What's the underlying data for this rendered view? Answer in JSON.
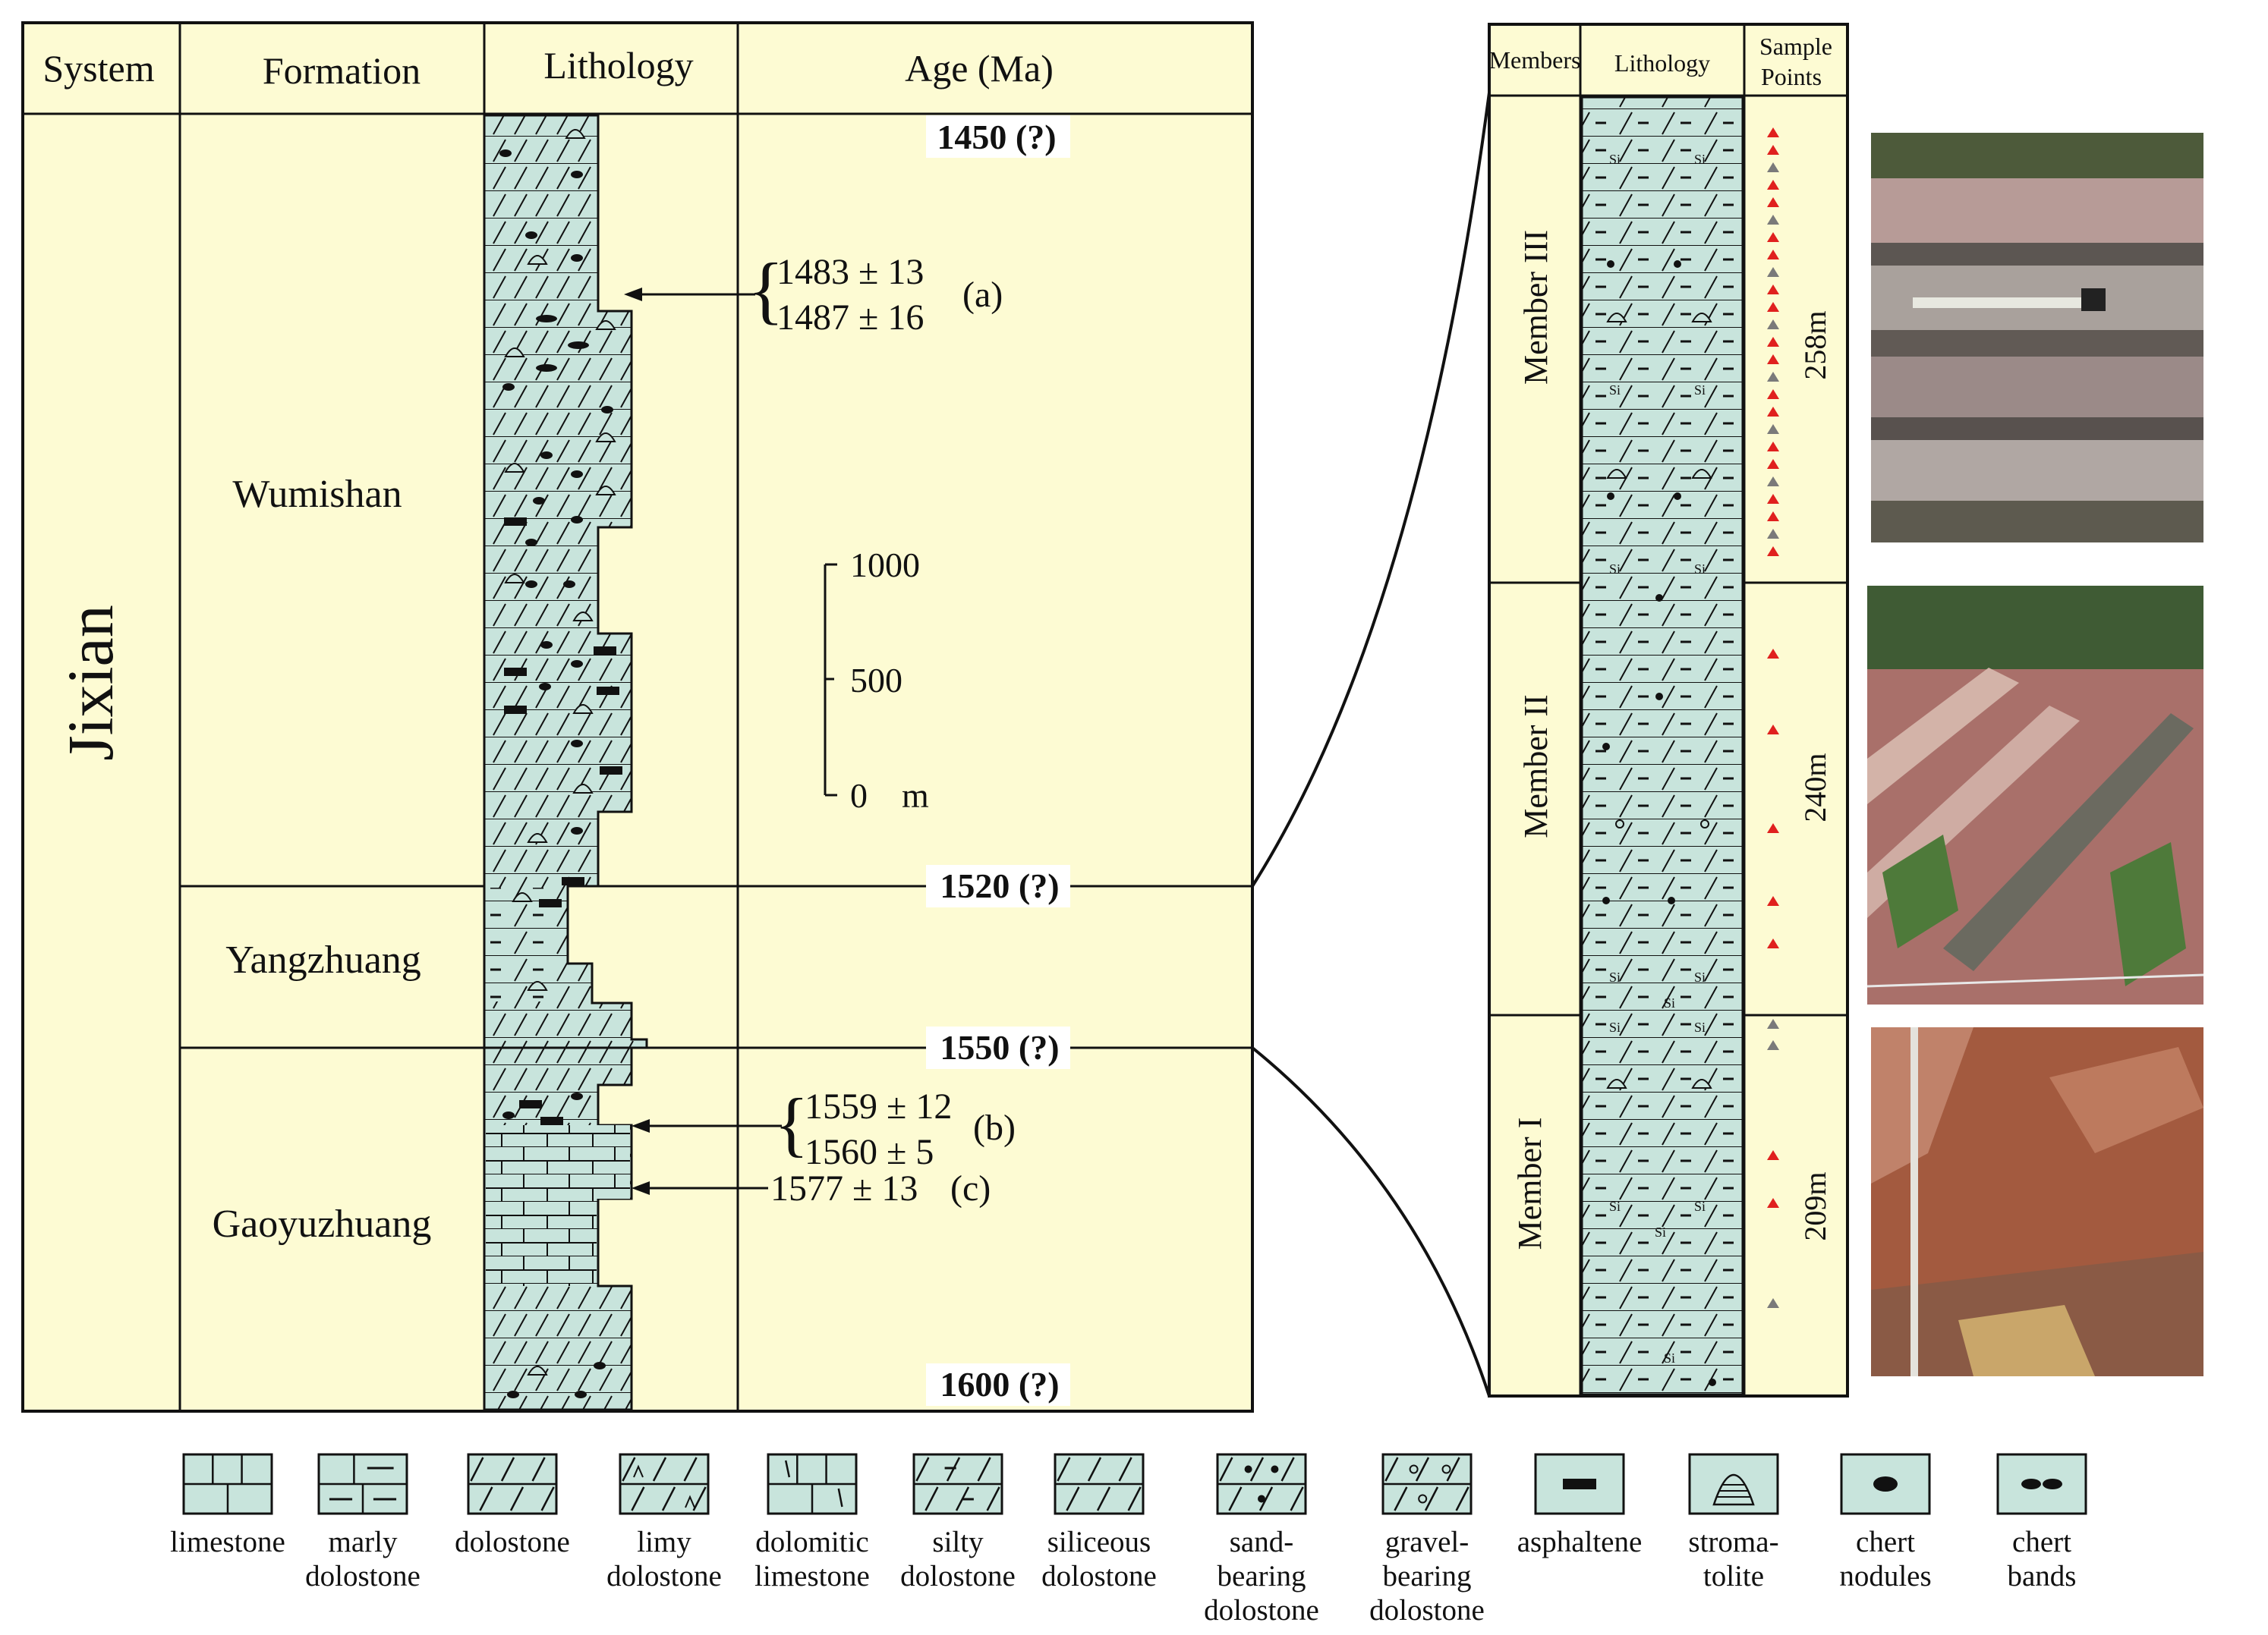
{
  "left_column": {
    "headers": {
      "system": "System",
      "formation": "Formation",
      "lithology": "Lithology",
      "age": "Age (Ma)"
    },
    "system": "Jixian",
    "formations": [
      "Wumishan",
      "Yangzhuang",
      "Gaoyuzhuang"
    ],
    "ages": [
      "1450 (?)",
      "1520 (?)",
      "1550 (?)",
      "1600 (?)"
    ],
    "dates": {
      "a1": "1483 ± 13",
      "a2": "1487 ± 16",
      "a_tag": "(a)",
      "b1": "1559 ± 12",
      "b2": "1560 ± 5",
      "b_tag": "(b)",
      "c": "1577 ± 13",
      "c_tag": "(c)"
    },
    "scale": {
      "top": "1000",
      "mid": "500",
      "bottom": "0",
      "unit": "m"
    }
  },
  "right_column": {
    "headers": {
      "members": "Members",
      "lithology": "Lithology",
      "sample_1": "Sample",
      "sample_2": "Points"
    },
    "members": [
      {
        "name": "Member III",
        "thickness": "258m"
      },
      {
        "name": "Member II",
        "thickness": "240m"
      },
      {
        "name": "Member I",
        "thickness": "209m"
      }
    ],
    "si_label": "Si",
    "sample_colors": {
      "red": "#e0201e",
      "gray": "#7a7a7a"
    }
  },
  "photos": [
    "outcrop-photo-member-iii",
    "outcrop-photo-member-ii",
    "outcrop-photo-member-i"
  ],
  "legend": [
    {
      "id": "limestone",
      "lines": [
        "limestone"
      ]
    },
    {
      "id": "marly-dolostone",
      "lines": [
        "marly",
        "dolostone"
      ]
    },
    {
      "id": "dolostone",
      "lines": [
        "dolostone"
      ]
    },
    {
      "id": "limy-dolostone",
      "lines": [
        "limy",
        "dolostone"
      ]
    },
    {
      "id": "dolomitic-limestone",
      "lines": [
        "dolomitic",
        "limestone"
      ]
    },
    {
      "id": "silty-dolostone",
      "lines": [
        "silty",
        "dolostone"
      ]
    },
    {
      "id": "siliceous-dolostone",
      "lines": [
        "siliceous",
        "dolostone"
      ]
    },
    {
      "id": "sand-bearing-dolostone",
      "lines": [
        "sand-",
        "bearing",
        "dolostone"
      ]
    },
    {
      "id": "gravel-bearing-dolostone",
      "lines": [
        "gravel-",
        "bearing",
        "dolostone"
      ]
    },
    {
      "id": "asphaltene",
      "lines": [
        "asphaltene"
      ]
    },
    {
      "id": "stromatolite",
      "lines": [
        "stroma-",
        "tolite"
      ]
    },
    {
      "id": "chert-nodules",
      "lines": [
        "chert",
        "nodules"
      ]
    },
    {
      "id": "chert-bands",
      "lines": [
        "chert",
        "bands"
      ]
    }
  ],
  "colors": {
    "panel": "#fdfbd3",
    "rock": "#c8e4dc",
    "line": "#111111"
  }
}
